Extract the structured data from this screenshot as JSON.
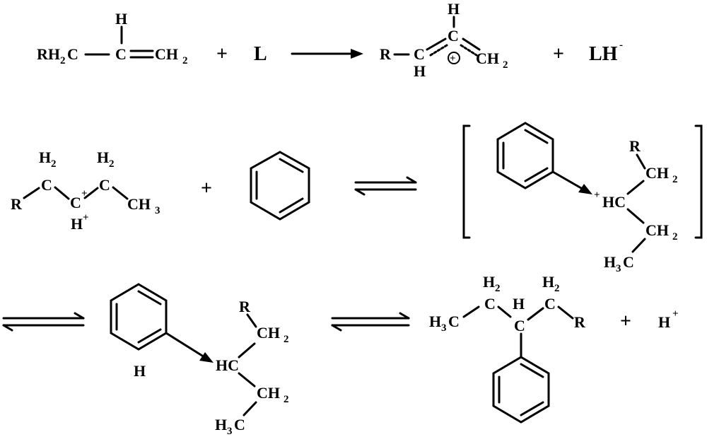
{
  "reaction_1": {
    "reactant_rh2c": "RH",
    "reactant_rh2c_sub": "2",
    "reactant_rh2c_c": "C",
    "reactant_h": "H",
    "reactant_c": "C",
    "reactant_ch2": "CH",
    "reactant_ch2_sub": "2",
    "plus_1": "+",
    "ligand": "L",
    "product_r": "R",
    "product_ch": "C",
    "product_h_bottom": "H",
    "product_h_top": "H",
    "product_c_center": "C",
    "product_charge": "+",
    "product_ch2": "CH",
    "product_ch2_sub": "2",
    "plus_2": "+",
    "lh_minus": "LH",
    "lh_minus_sup": "-"
  },
  "reaction_2": {
    "r_label": "R",
    "h2_left": "H",
    "h2_left_sub": "2",
    "c_left": "C",
    "h2_right": "H",
    "h2_right_sub": "2",
    "c_right": "C",
    "c_middle": "C",
    "c_middle_charge": "+",
    "h_plus": "H",
    "h_plus_sup": "+",
    "ch3": "CH",
    "ch3_sub": "3",
    "plus": "+",
    "complex_plus": "+",
    "complex_hc": "HC",
    "complex_r": "R",
    "complex_ch2_top": "CH",
    "complex_ch2_top_sub": "2",
    "complex_ch2_bottom": "CH",
    "complex_ch2_bottom_sub": "2",
    "complex_h3c": "H",
    "complex_h3c_sub": "3",
    "complex_h3c_c": "C"
  },
  "reaction_3": {
    "ring_h": "H",
    "r_label": "R",
    "hc": "HC",
    "ch2_top": "CH",
    "ch2_top_sub": "2",
    "ch2_bottom": "CH",
    "ch2_bottom_sub": "2",
    "h3c": "H",
    "h3c_sub": "3",
    "h3c_c": "C",
    "prod_h3c": "H",
    "prod_h3c_sub": "3",
    "prod_h3c_c": "C",
    "prod_h2_left": "H",
    "prod_h2_left_sub": "2",
    "prod_c_left": "C",
    "prod_h_center": "H",
    "prod_c_center": "C",
    "prod_h2_right": "H",
    "prod_h2_right_sub": "2",
    "prod_c_right": "C",
    "prod_r": "R",
    "plus": "+",
    "h_plus": "H",
    "h_plus_sup": "+"
  }
}
